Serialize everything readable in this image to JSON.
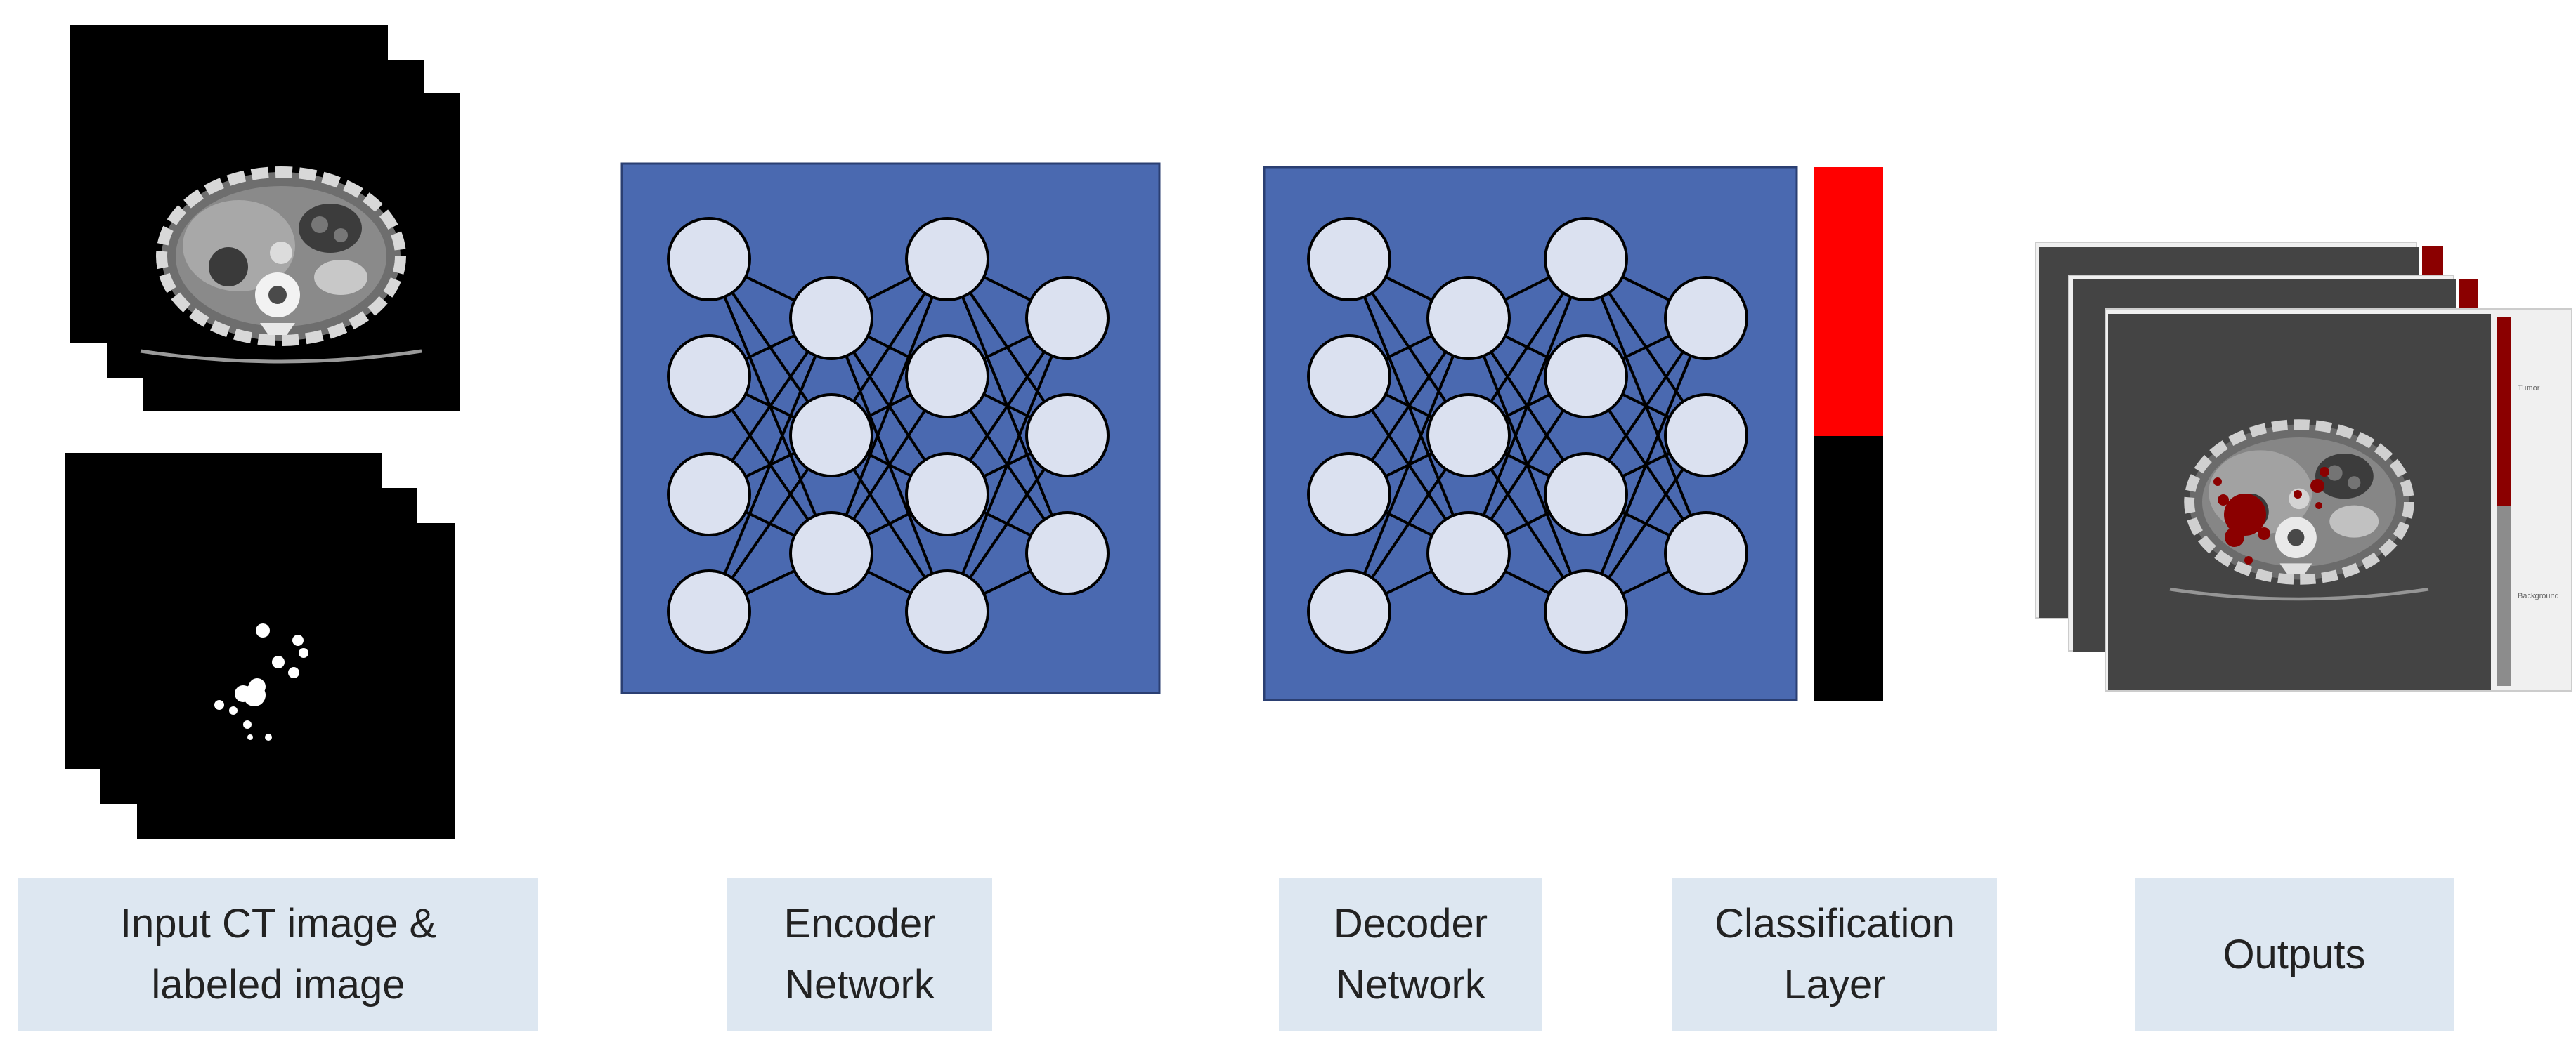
{
  "colors": {
    "network_panel": "#4a69b0",
    "neuron_fill": "#dbe1f0",
    "classification_top": "#ff0000",
    "classification_bottom": "#000000",
    "tumor_overlay": "#8b0000",
    "background_bar": "#8c8c8c",
    "caption_background": "#dde7f1",
    "output_slice": "#444444"
  },
  "captions": {
    "input": [
      "Input CT image &",
      "labeled image"
    ],
    "encoder": [
      "Encoder",
      "Network"
    ],
    "decoder": [
      "Decoder",
      "Network"
    ],
    "classification": [
      "Classification",
      "Layer"
    ],
    "outputs": [
      "Outputs"
    ]
  },
  "output_legend": {
    "tumor": "Tumor",
    "background": "Background"
  },
  "icons": {
    "ct_slice": "ct-slice-icon",
    "label_mask": "label-mask-icon",
    "neuron": "neuron-icon",
    "output_slice": "output-slice-icon"
  }
}
